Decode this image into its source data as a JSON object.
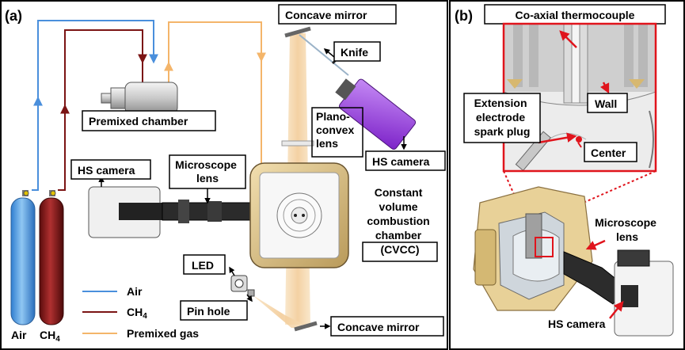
{
  "panel_a": {
    "tag": "(a)",
    "labels": {
      "concave_mirror_top": "Concave mirror",
      "knife": "Knife",
      "premixed_chamber": "Premixed chamber",
      "plano_convex_line1": "Plano-",
      "plano_convex_line2": "convex",
      "plano_convex_line3": "lens",
      "hs_camera_right": "HS camera",
      "hs_camera_left": "HS camera",
      "microscope_lens_line1": "Microscope",
      "microscope_lens_line2": "lens",
      "cvcc_line1": "Constant",
      "cvcc_line2": "volume",
      "cvcc_line3": "combustion",
      "cvcc_line4": "chamber",
      "cvcc_line5": "(CVCC)",
      "led": "LED",
      "pin_hole": "Pin hole",
      "concave_mirror_bottom": "Concave mirror",
      "cyl_air": "Air",
      "cyl_ch4_base": "CH",
      "cyl_ch4_sub": "4"
    },
    "legend": [
      {
        "label": "Air",
        "color": "#4a8fdc"
      },
      {
        "label": "CH",
        "sub": "4",
        "color": "#7b1414"
      },
      {
        "label": "Premixed gas",
        "color": "#f4b56a"
      }
    ]
  },
  "panel_b": {
    "tag": "(b)",
    "labels": {
      "thermocouple": "Co-axial thermocouple",
      "wall": "Wall",
      "extension_line1": "Extension",
      "extension_line2": "electrode",
      "extension_line3": "spark plug",
      "center": "Center",
      "microscope_line1": "Microscope",
      "microscope_line2": "lens",
      "hs_camera": "HS camera"
    }
  },
  "colors": {
    "air": "#4a8fdc",
    "ch4": "#7b1414",
    "premixed": "#f4b56a",
    "highlight": "#e0141c",
    "beam": "#f5d7a8",
    "knife_camera": "#9b3be0"
  }
}
